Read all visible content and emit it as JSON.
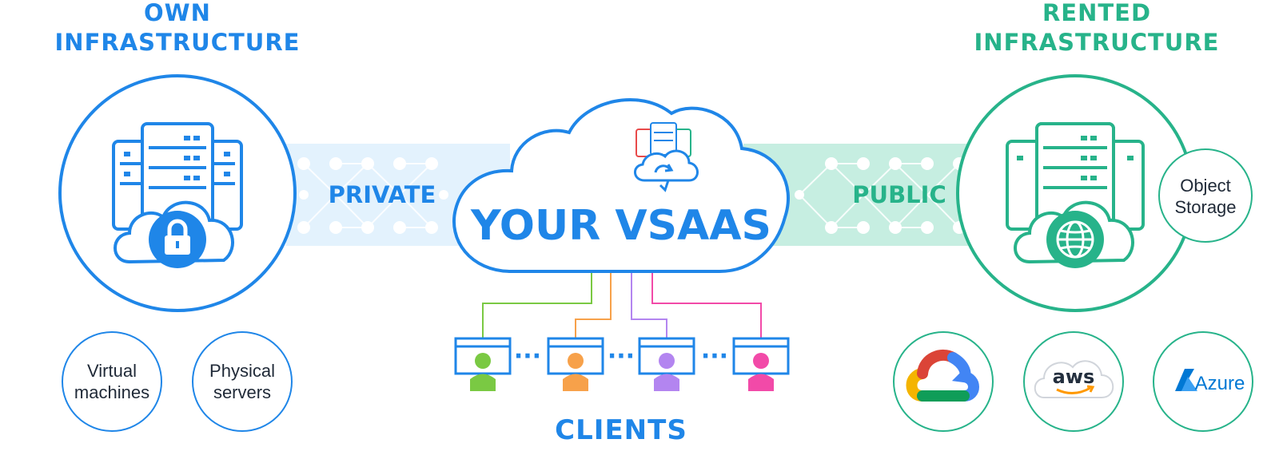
{
  "headers": {
    "left": [
      "OWN",
      "INFRASTRUCTURE"
    ],
    "right": [
      "RENTED",
      "INFRASTRUCTURE"
    ]
  },
  "bands": {
    "private": "PRIVATE",
    "public": "PUBLIC"
  },
  "cloud": {
    "title": "YOUR VSAAS"
  },
  "clients": {
    "label": "CLIENTS",
    "separator": "···"
  },
  "own_options": [
    {
      "lines": [
        "Virtual",
        "machines"
      ]
    },
    {
      "lines": [
        "Physical",
        "servers"
      ]
    }
  ],
  "object_storage": [
    "Object",
    "Storage"
  ],
  "providers": {
    "google_name": "google-cloud",
    "aws": "aws",
    "azure": "Azure"
  },
  "colors": {
    "blue": "#1f86e8",
    "green": "#27b38a",
    "client_colors": [
      "#7ac943",
      "#f7a14a",
      "#b385f0",
      "#f24aa8"
    ]
  }
}
